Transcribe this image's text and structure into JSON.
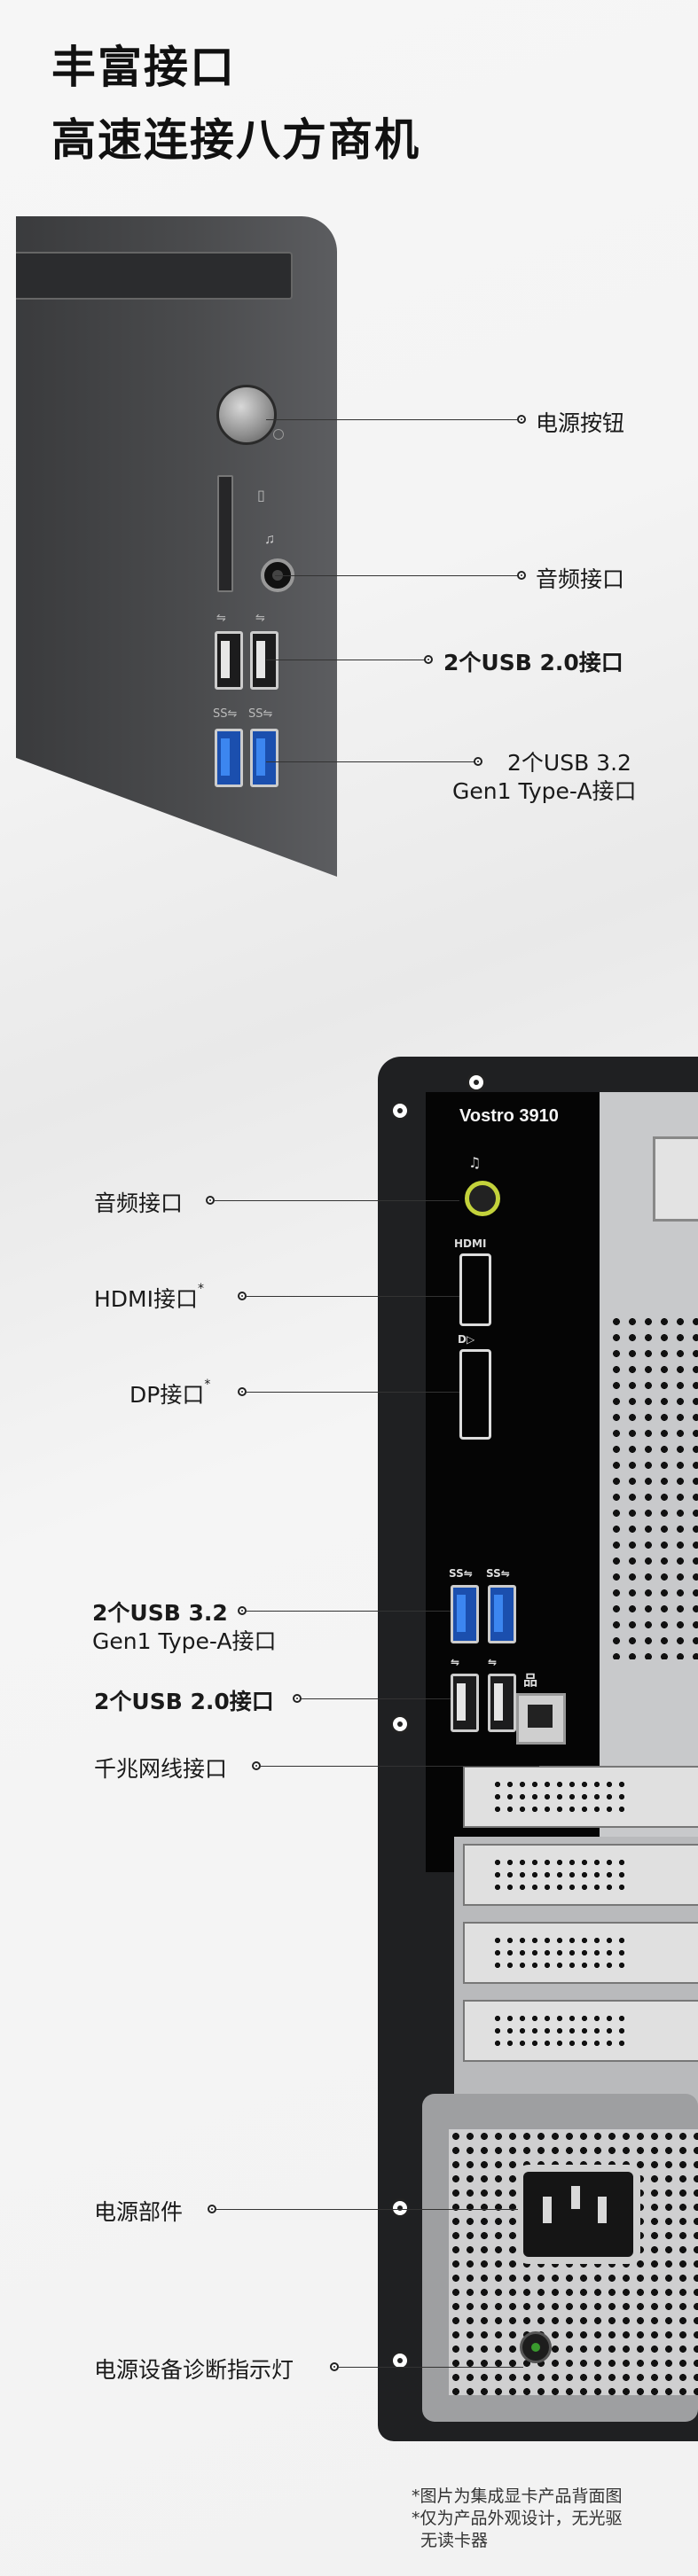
{
  "title": {
    "line1": "丰富接口",
    "line2": "高速连接八方商机"
  },
  "front_labels": {
    "power_button": "电源按钮",
    "audio_jack": "音频接口",
    "usb2": "2个USB 2.0接口",
    "usb3_line1": "2个USB 3.2",
    "usb3_line2": "Gen1 Type-A接口"
  },
  "rear_labels": {
    "model": "Vostro 3910",
    "audio_jack": "音频接口",
    "hdmi": "HDMI接口",
    "dp": "DP接口",
    "asterisk": "*",
    "usb3_line1": "2个USB 3.2",
    "usb3_line2": "Gen1 Type-A接口",
    "usb2": "2个USB 2.0接口",
    "ethernet": "千兆网线接口",
    "psu": "电源部件",
    "psu_led": "电源设备诊断指示灯"
  },
  "notes": [
    "*图片为集成显卡产品背面图",
    "*仅为产品外观设计，无光驱",
    "无读卡器"
  ],
  "colors": {
    "usb3_blue": "#1b4fae",
    "audio_green": "#c3d23b",
    "tower_dark": "#1f2022"
  }
}
